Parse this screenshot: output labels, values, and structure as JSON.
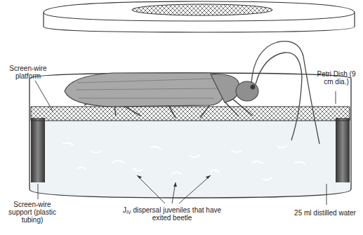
{
  "diagram": {
    "labels": [
      "Screen-wire platform",
      "Petri Dish (9 cm dia.)",
      "Screen-wire support (plastic tubing)",
      "25 ml distilled water",
      "J",
      "IV",
      "dispersal juveniles that have exited beetle"
    ]
  }
}
